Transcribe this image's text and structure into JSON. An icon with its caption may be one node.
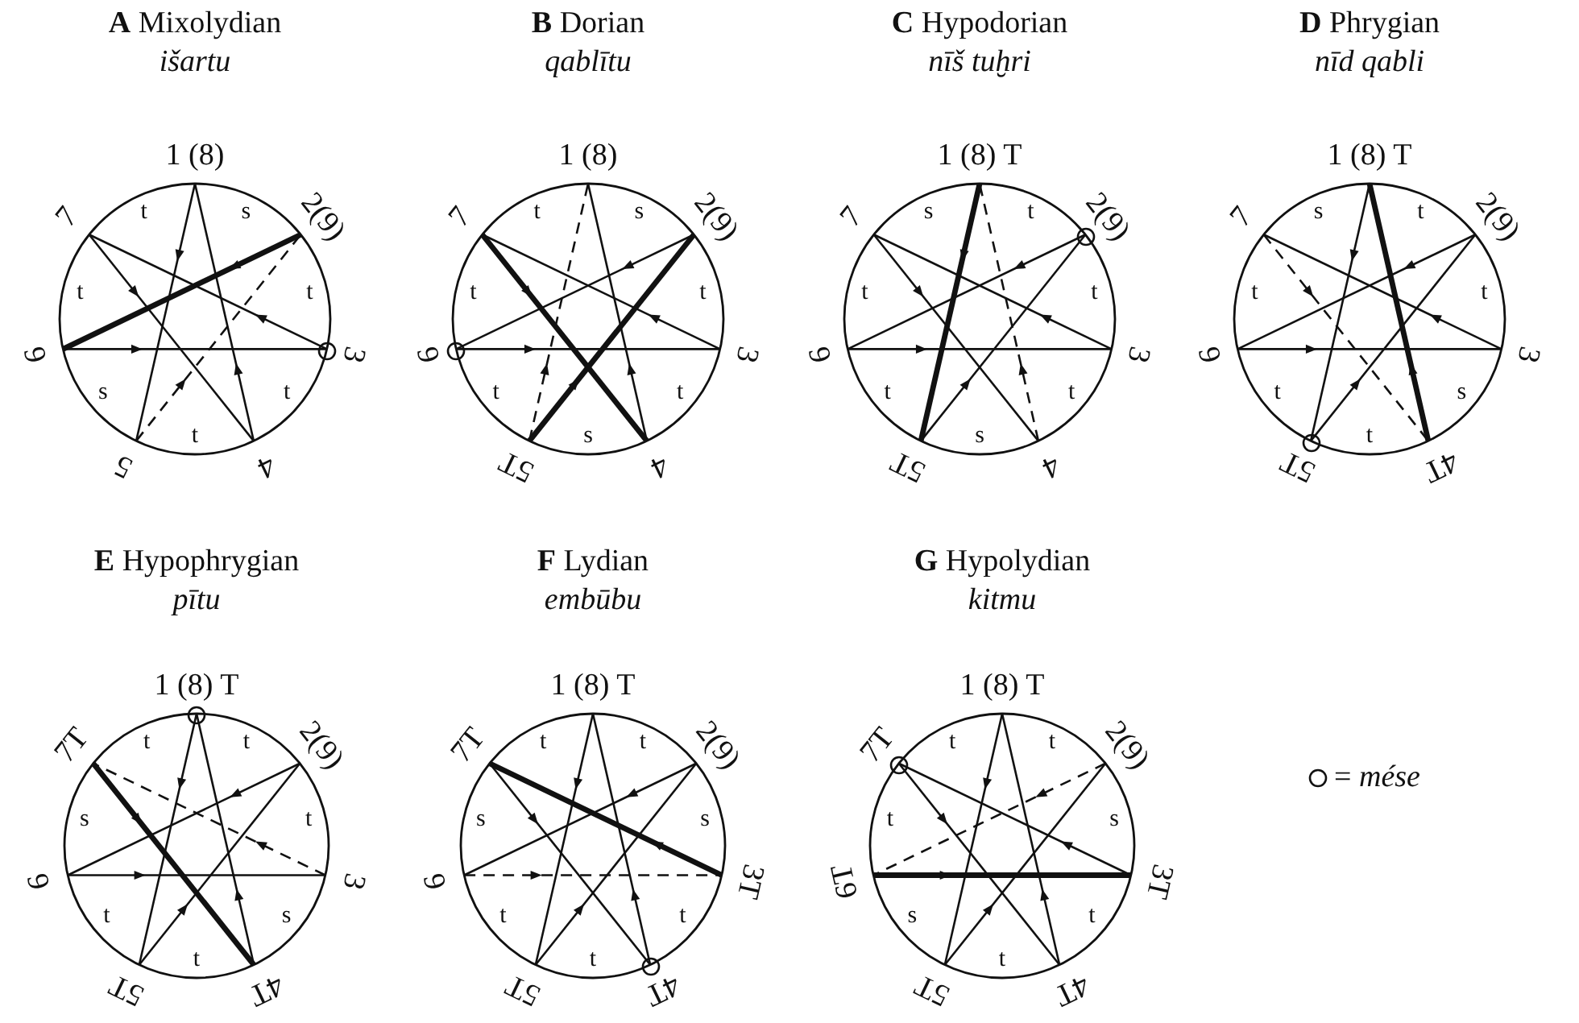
{
  "diagram": {
    "nodes": [
      {
        "text": [
          "**A** Mixolydian",
          "išartu"
        ]
      },
      {
        "text": [
          "1 (8)"
        ],
        "in": 0
      },
      {
        "text": [
          "2(9)"
        ],
        "in": 0
      },
      {
        "text": [
          "3"
        ],
        "in": 0
      },
      {
        "text": [
          "4"
        ],
        "in": 0
      },
      {
        "text": [
          "5"
        ],
        "in": 0
      },
      {
        "text": [
          "6"
        ],
        "in": 0
      },
      {
        "text": [
          "7"
        ],
        "in": 0
      },
      {
        "text": [],
        "shape": "circle",
        "in": 0
      },
      {
        "text": [
          "**B** Dorian",
          "qablītu"
        ]
      },
      {
        "text": [
          "1 (8)"
        ],
        "in": 9
      },
      {
        "text": [
          "2(9)"
        ],
        "in": 9
      },
      {
        "text": [
          "3"
        ],
        "in": 9
      },
      {
        "text": [
          "4"
        ],
        "in": 9
      },
      {
        "text": [
          "5T"
        ],
        "in": 9
      },
      {
        "text": [
          "6"
        ],
        "in": 9
      },
      {
        "text": [
          "7"
        ],
        "in": 9
      },
      {
        "text": [],
        "shape": "circle",
        "in": 9
      },
      {
        "text": [
          "**C** Hypodorian",
          "nīš tuḫri"
        ]
      },
      {
        "text": [
          "1 (8) T"
        ],
        "in": 18
      },
      {
        "text": [
          "2(9)"
        ],
        "in": 18
      },
      {
        "text": [
          "3"
        ],
        "in": 18
      },
      {
        "text": [
          "4"
        ],
        "in": 18
      },
      {
        "text": [
          "5T"
        ],
        "in": 18
      },
      {
        "text": [
          "6"
        ],
        "in": 18
      },
      {
        "text": [
          "7"
        ],
        "in": 18
      },
      {
        "text": [],
        "shape": "circle",
        "in": 18
      },
      {
        "text": [
          "**D** Phrygian",
          "nīd qabli"
        ]
      },
      {
        "text": [
          "1 (8) T"
        ],
        "in": 27
      },
      {
        "text": [
          "2(9)"
        ],
        "in": 27
      },
      {
        "text": [
          "3"
        ],
        "in": 27
      },
      {
        "text": [
          "4T"
        ],
        "in": 27
      },
      {
        "text": [
          "5T"
        ],
        "in": 27
      },
      {
        "text": [
          "6"
        ],
        "in": 27
      },
      {
        "text": [
          "7"
        ],
        "in": 27
      },
      {
        "text": [],
        "shape": "circle",
        "in": 27
      },
      {
        "text": [
          "**E** Hypophrygian",
          "pītu"
        ]
      },
      {
        "text": [
          "1 (8) T"
        ],
        "in": 36
      },
      {
        "text": [
          "2(9)"
        ],
        "in": 36
      },
      {
        "text": [
          "3"
        ],
        "in": 36
      },
      {
        "text": [
          "4T"
        ],
        "in": 36
      },
      {
        "text": [
          "5T"
        ],
        "in": 36
      },
      {
        "text": [
          "6"
        ],
        "in": 36
      },
      {
        "text": [
          "7T"
        ],
        "in": 36
      },
      {
        "text": [],
        "shape": "circle",
        "in": 36
      },
      {
        "text": [
          "**F** Lydian",
          "embūbu"
        ]
      },
      {
        "text": [
          "1 (8) T"
        ],
        "in": 45
      },
      {
        "text": [
          "2(9)"
        ],
        "in": 45
      },
      {
        "text": [
          "3T"
        ],
        "in": 45
      },
      {
        "text": [
          "4T"
        ],
        "in": 45
      },
      {
        "text": [
          "5T"
        ],
        "in": 45
      },
      {
        "text": [
          "6"
        ],
        "in": 45
      },
      {
        "text": [
          "7T"
        ],
        "in": 45
      },
      {
        "text": [],
        "shape": "circle",
        "in": 45
      },
      {
        "text": [
          "**G** Hypolydian",
          "kitmu"
        ]
      },
      {
        "text": [
          "1 (8) T"
        ],
        "in": 54
      },
      {
        "text": [
          "2(9)"
        ],
        "in": 54
      },
      {
        "text": [
          "3T"
        ],
        "in": 54
      },
      {
        "text": [
          "4T"
        ],
        "in": 54
      },
      {
        "text": [
          "5T"
        ],
        "in": 54
      },
      {
        "text": [
          "6T"
        ],
        "in": 54
      },
      {
        "text": [
          "7T"
        ],
        "in": 54
      },
      {
        "text": [],
        "shape": "circle",
        "in": 54
      }
    ],
    "edges": [
      {
        "from": 4,
        "to": 1,
        "arrow": "to"
      },
      {
        "from": 1,
        "to": 5,
        "arrow": "to"
      },
      {
        "from": 5,
        "to": 2,
        "arrow": "to",
        "style": "dashed"
      },
      {
        "from": 2,
        "to": 6,
        "arrow": "to",
        "style": "thick"
      },
      {
        "from": 6,
        "to": 3,
        "arrow": "to"
      },
      {
        "from": 3,
        "to": 7,
        "arrow": "to"
      },
      {
        "from": 7,
        "to": 4,
        "arrow": "to"
      },
      {
        "from": 13,
        "to": 10,
        "arrow": "to"
      },
      {
        "from": 14,
        "to": 10,
        "arrow": "to",
        "style": "dashed"
      },
      {
        "from": 14,
        "to": 11,
        "arrow": "to",
        "style": "thick"
      },
      {
        "from": 11,
        "to": 15,
        "arrow": "to"
      },
      {
        "from": 15,
        "to": 12,
        "arrow": "to"
      },
      {
        "from": 12,
        "to": 16,
        "arrow": "to"
      },
      {
        "from": 16,
        "to": 13,
        "arrow": "to",
        "style": "thick"
      },
      {
        "from": 22,
        "to": 19,
        "arrow": "to",
        "style": "dashed"
      },
      {
        "from": 19,
        "to": 23,
        "arrow": "to",
        "style": "thick"
      },
      {
        "from": 23,
        "to": 20,
        "arrow": "to"
      },
      {
        "from": 20,
        "to": 24,
        "arrow": "to"
      },
      {
        "from": 24,
        "to": 21,
        "arrow": "to"
      },
      {
        "from": 21,
        "to": 25,
        "arrow": "to"
      },
      {
        "from": 25,
        "to": 22,
        "arrow": "to"
      },
      {
        "from": 31,
        "to": 28,
        "arrow": "to",
        "style": "thick"
      },
      {
        "from": 28,
        "to": 32,
        "arrow": "to"
      },
      {
        "from": 32,
        "to": 29,
        "arrow": "to"
      },
      {
        "from": 29,
        "to": 33,
        "arrow": "to"
      },
      {
        "from": 33,
        "to": 30,
        "arrow": "to"
      },
      {
        "from": 30,
        "to": 34,
        "arrow": "to"
      },
      {
        "from": 34,
        "to": 31,
        "arrow": "to",
        "style": "dashed"
      },
      {
        "from": 40,
        "to": 37,
        "arrow": "to"
      },
      {
        "from": 37,
        "to": 41,
        "arrow": "to"
      },
      {
        "from": 41,
        "to": 38,
        "arrow": "to"
      },
      {
        "from": 38,
        "to": 42,
        "arrow": "to"
      },
      {
        "from": 42,
        "to": 39,
        "arrow": "to"
      },
      {
        "from": 39,
        "to": 43,
        "arrow": "to",
        "style": "dashed"
      },
      {
        "from": 43,
        "to": 40,
        "arrow": "to",
        "style": "thick"
      },
      {
        "from": 49,
        "to": 46,
        "arrow": "to"
      },
      {
        "from": 46,
        "to": 50,
        "arrow": "to"
      },
      {
        "from": 50,
        "to": 47,
        "arrow": "to"
      },
      {
        "from": 47,
        "to": 51,
        "arrow": "to"
      },
      {
        "from": 51,
        "to": 48,
        "arrow": "to",
        "style": "dashed"
      },
      {
        "from": 48,
        "to": 52,
        "arrow": "to",
        "style": "thick"
      },
      {
        "from": 52,
        "to": 49,
        "arrow": "to"
      },
      {
        "from": 58,
        "to": 55,
        "arrow": "to"
      },
      {
        "from": 55,
        "to": 59,
        "arrow": "to"
      },
      {
        "from": 59,
        "to": 56,
        "arrow": "to"
      },
      {
        "from": 56,
        "to": 60,
        "arrow": "to",
        "style": "dashed"
      },
      {
        "from": 60,
        "to": 57,
        "arrow": "to",
        "style": "thick"
      },
      {
        "from": 57,
        "to": 61,
        "arrow": "to"
      },
      {
        "from": 61,
        "to": 58,
        "arrow": "to"
      }
    ],
    "labels": [
      "t",
      "s",
      "t",
      "t",
      "t",
      "s",
      "t",
      "t",
      "s",
      "t",
      "t",
      "s",
      "t",
      "t",
      "s",
      "t",
      "t",
      "t",
      "s",
      "t",
      "t",
      "s",
      "t",
      "t",
      "s",
      "t",
      "t",
      "t",
      "t",
      "t",
      "t",
      "s",
      "t",
      "t",
      "s",
      "t",
      "t",
      "s",
      "t",
      "t",
      "t",
      "s",
      "t",
      "t",
      "s",
      "t",
      "t",
      "s",
      "t"
    ],
    "legend": [
      {
        "text": "= *mése*"
      }
    ]
  }
}
